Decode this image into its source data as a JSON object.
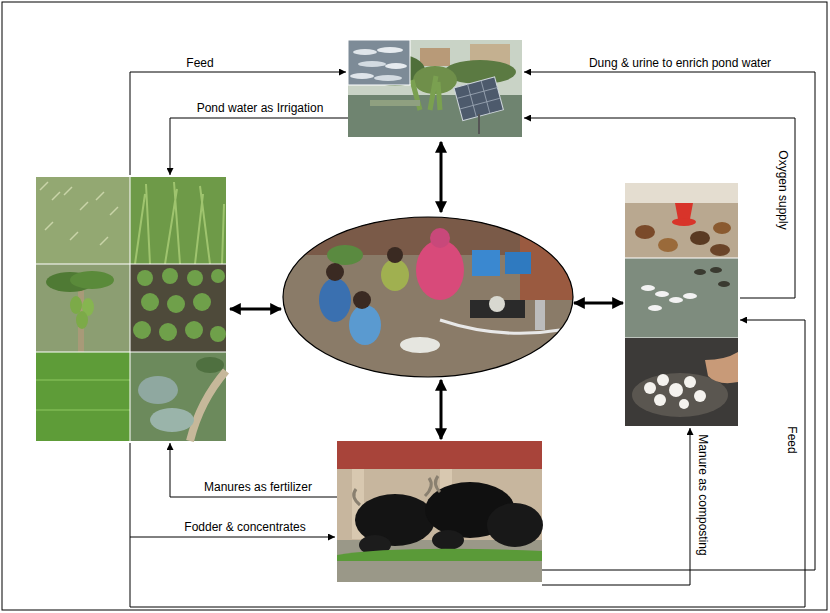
{
  "diagram": {
    "labels": [
      "Feed",
      "Dung & urine to enrich pond water",
      "Pond water as Irrigation",
      "Oxygen supply",
      "Feed",
      "Manure as composting",
      "Manures as fertilizer",
      "Fodder & concentrates"
    ]
  }
}
